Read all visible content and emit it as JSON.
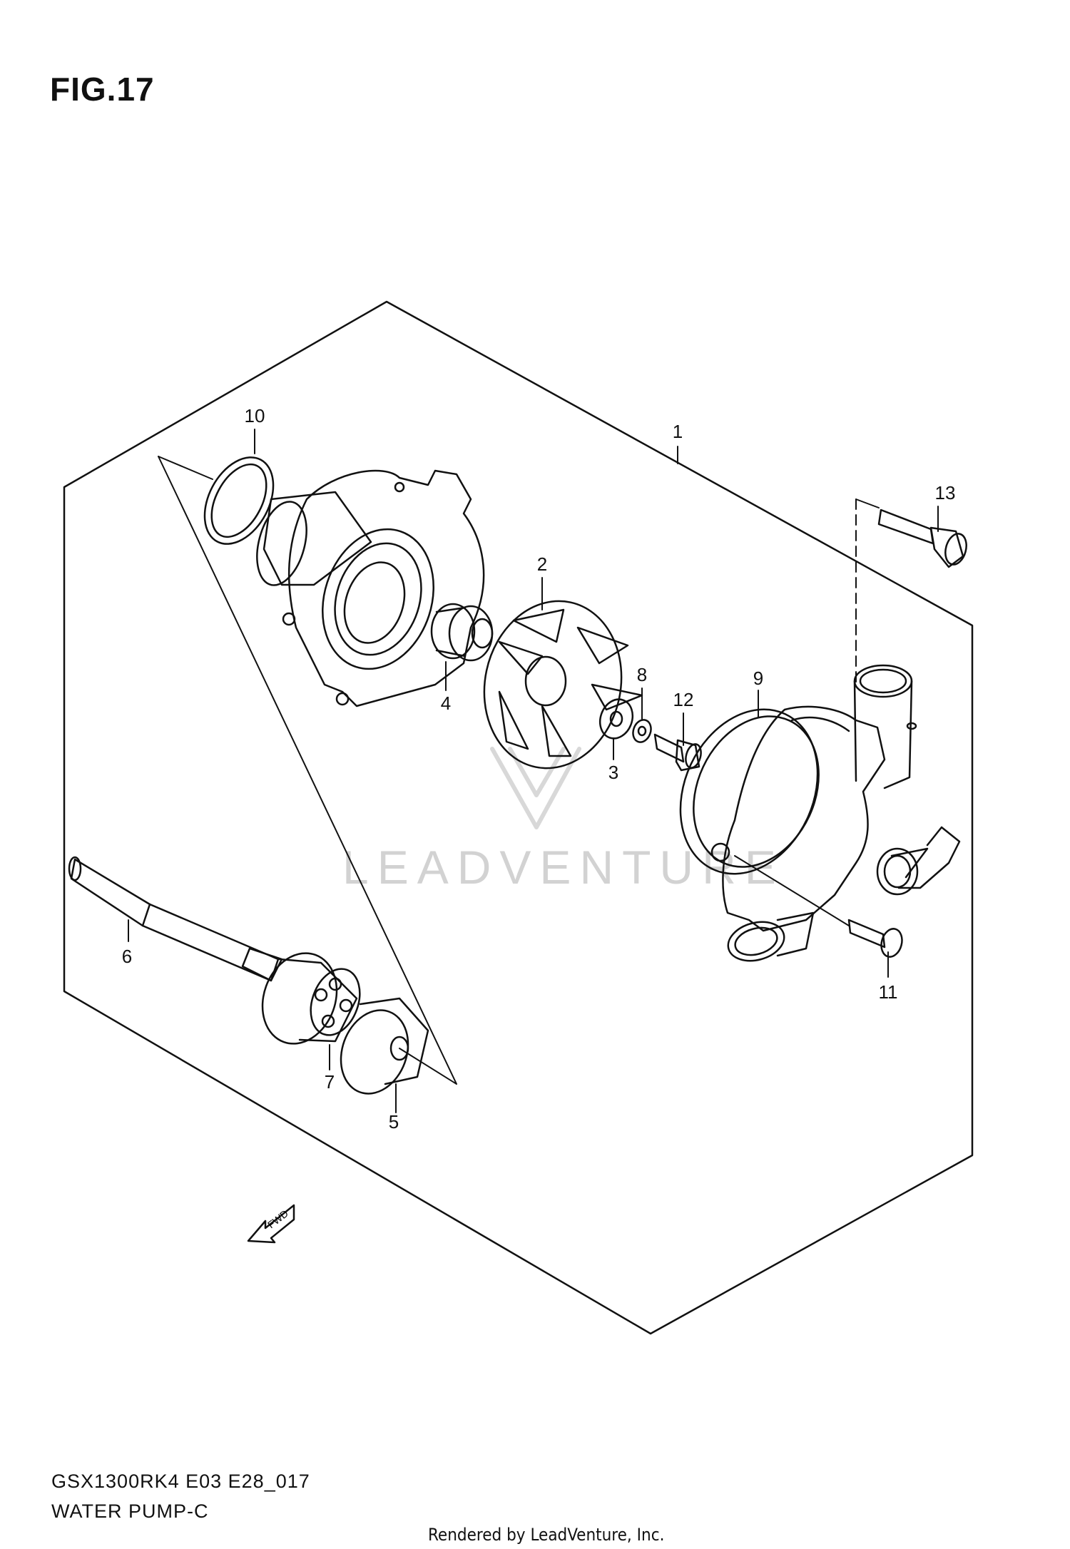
{
  "figure": {
    "title": "FIG.17",
    "code": "GSX1300RK4 E03 E28_017",
    "name": "WATER PUMP-C",
    "credit": "Rendered by LeadVenture, Inc.",
    "watermark": "LEADVENTURE",
    "fwd_label": "FWD"
  },
  "callouts": [
    {
      "id": "1",
      "label": "1"
    },
    {
      "id": "2",
      "label": "2"
    },
    {
      "id": "3",
      "label": "3"
    },
    {
      "id": "4",
      "label": "4"
    },
    {
      "id": "5",
      "label": "5"
    },
    {
      "id": "6",
      "label": "6"
    },
    {
      "id": "7",
      "label": "7"
    },
    {
      "id": "8",
      "label": "8"
    },
    {
      "id": "9",
      "label": "9"
    },
    {
      "id": "10",
      "label": "10"
    },
    {
      "id": "11",
      "label": "11"
    },
    {
      "id": "12",
      "label": "12"
    },
    {
      "id": "13",
      "label": "13"
    }
  ],
  "colors": {
    "line": "#111111",
    "watermark": "#d2d2d2"
  }
}
